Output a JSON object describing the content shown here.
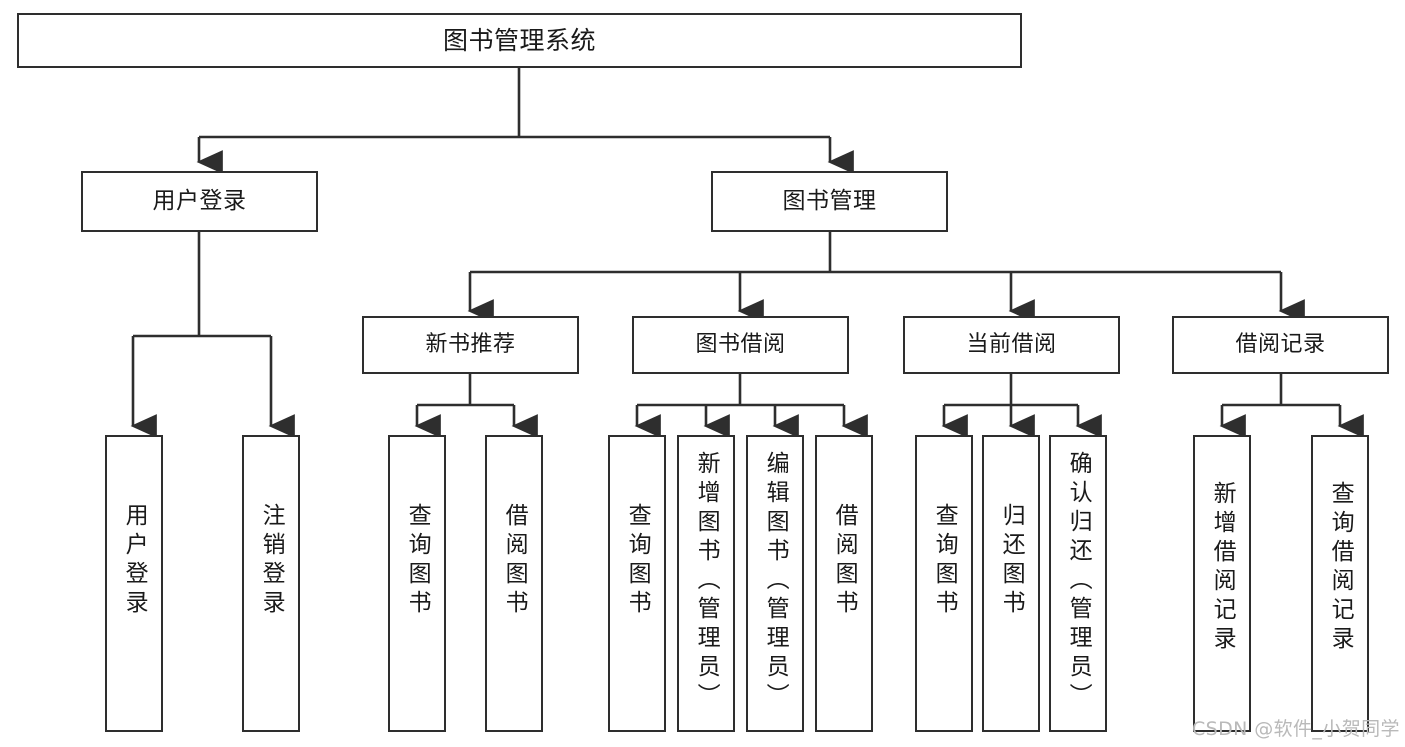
{
  "diagram": {
    "type": "tree",
    "title": "图书管理系统",
    "root": {
      "label": "图书管理系统"
    },
    "level2": [
      {
        "id": "user-login",
        "label": "用户登录"
      },
      {
        "id": "book-manage",
        "label": "图书管理"
      }
    ],
    "level3": [
      {
        "id": "new-book-rec",
        "label": "新书推荐",
        "parent": "book-manage"
      },
      {
        "id": "book-borrow",
        "label": "图书借阅",
        "parent": "book-manage"
      },
      {
        "id": "current-borrow",
        "label": "当前借阅",
        "parent": "book-manage"
      },
      {
        "id": "borrow-record",
        "label": "借阅记录",
        "parent": "book-manage"
      }
    ],
    "leaves": [
      {
        "id": "leaf-user-login",
        "label": "用户登录",
        "parent": "user-login"
      },
      {
        "id": "leaf-logout",
        "label": "注销登录",
        "parent": "user-login"
      },
      {
        "id": "leaf-query-book-1",
        "label": "查询图书",
        "parent": "new-book-rec"
      },
      {
        "id": "leaf-borrow-book-1",
        "label": "借阅图书",
        "parent": "new-book-rec"
      },
      {
        "id": "leaf-query-book-2",
        "label": "查询图书",
        "parent": "book-borrow"
      },
      {
        "id": "leaf-add-book",
        "label": "新增图书（管理员）",
        "parent": "book-borrow"
      },
      {
        "id": "leaf-edit-book",
        "label": "编辑图书（管理员）",
        "parent": "book-borrow"
      },
      {
        "id": "leaf-borrow-book-2",
        "label": "借阅图书",
        "parent": "book-borrow"
      },
      {
        "id": "leaf-query-book-3",
        "label": "查询图书",
        "parent": "current-borrow"
      },
      {
        "id": "leaf-return-book",
        "label": "归还图书",
        "parent": "current-borrow"
      },
      {
        "id": "leaf-confirm-return",
        "label": "确认归还（管理员）",
        "parent": "current-borrow"
      },
      {
        "id": "leaf-add-record",
        "label": "新增借阅记录",
        "parent": "borrow-record"
      },
      {
        "id": "leaf-query-record",
        "label": "查询借阅记录",
        "parent": "borrow-record"
      }
    ]
  },
  "watermark": {
    "text": "CSDN @软件_小贺同学"
  },
  "colors": {
    "background": "#ffffff",
    "box_border": "#2e2e2e",
    "box_fill": "#ffffff",
    "connector": "#2e2e2e",
    "text": "#1a1a1a",
    "watermark": "#b9b9b9"
  }
}
